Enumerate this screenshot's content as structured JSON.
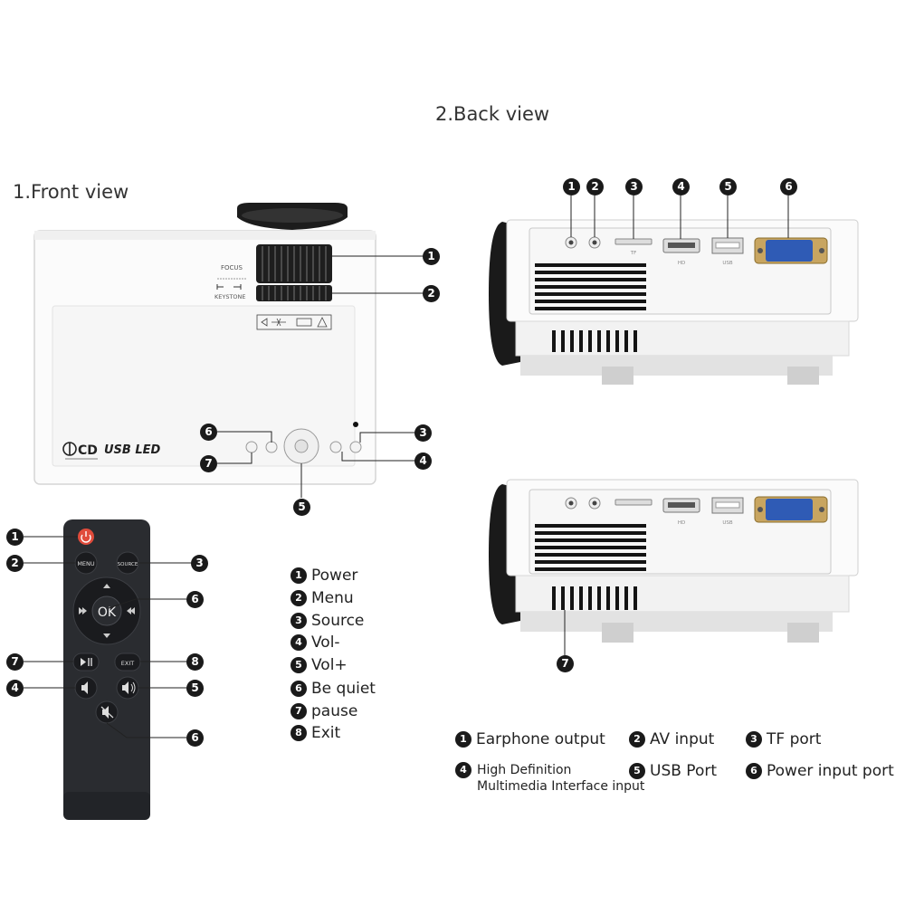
{
  "front_heading": "1.Front view",
  "back_heading": "2.Back view",
  "front_panel": {
    "focus_label": "FOCUS",
    "keystone_label": "KEYSTONE",
    "brand_mark": "CD",
    "brand_text": "USB LED"
  },
  "remote": {
    "menu_label": "MENU",
    "source_label": "SOURCE",
    "ok_label": "OK",
    "exit_label": "EXIT"
  },
  "back_ports": {
    "tf": "TF",
    "hd": "HD",
    "usb": "USB"
  },
  "callouts": [
    "1",
    "2",
    "3",
    "4",
    "5",
    "6",
    "7",
    "8"
  ],
  "remote_legend": [
    {
      "num": "1",
      "label": "Power"
    },
    {
      "num": "2",
      "label": "Menu"
    },
    {
      "num": "3",
      "label": "Source"
    },
    {
      "num": "4",
      "label": "Vol-"
    },
    {
      "num": "5",
      "label": "Vol+"
    },
    {
      "num": "6",
      "label": "Be quiet"
    },
    {
      "num": "7",
      "label": "pause"
    },
    {
      "num": "8",
      "label": "Exit"
    }
  ],
  "port_legend": {
    "earphone": {
      "num": "1",
      "label": "Earphone output"
    },
    "av": {
      "num": "2",
      "label": "AV input"
    },
    "tf": {
      "num": "3",
      "label": "TF port"
    },
    "hdmi": {
      "num": "4",
      "line1": "High Definition",
      "line2": "Multimedia Interface input"
    },
    "usb": {
      "num": "5",
      "label": "USB Port"
    },
    "power": {
      "num": "6",
      "label": "Power input port"
    }
  },
  "colors": {
    "projector_body": "#fbfbfb",
    "remote_body": "#2a2c30",
    "power_button": "#e04b3b",
    "vga_port": "#2f5bb5",
    "badge": "#1a1a1a"
  }
}
